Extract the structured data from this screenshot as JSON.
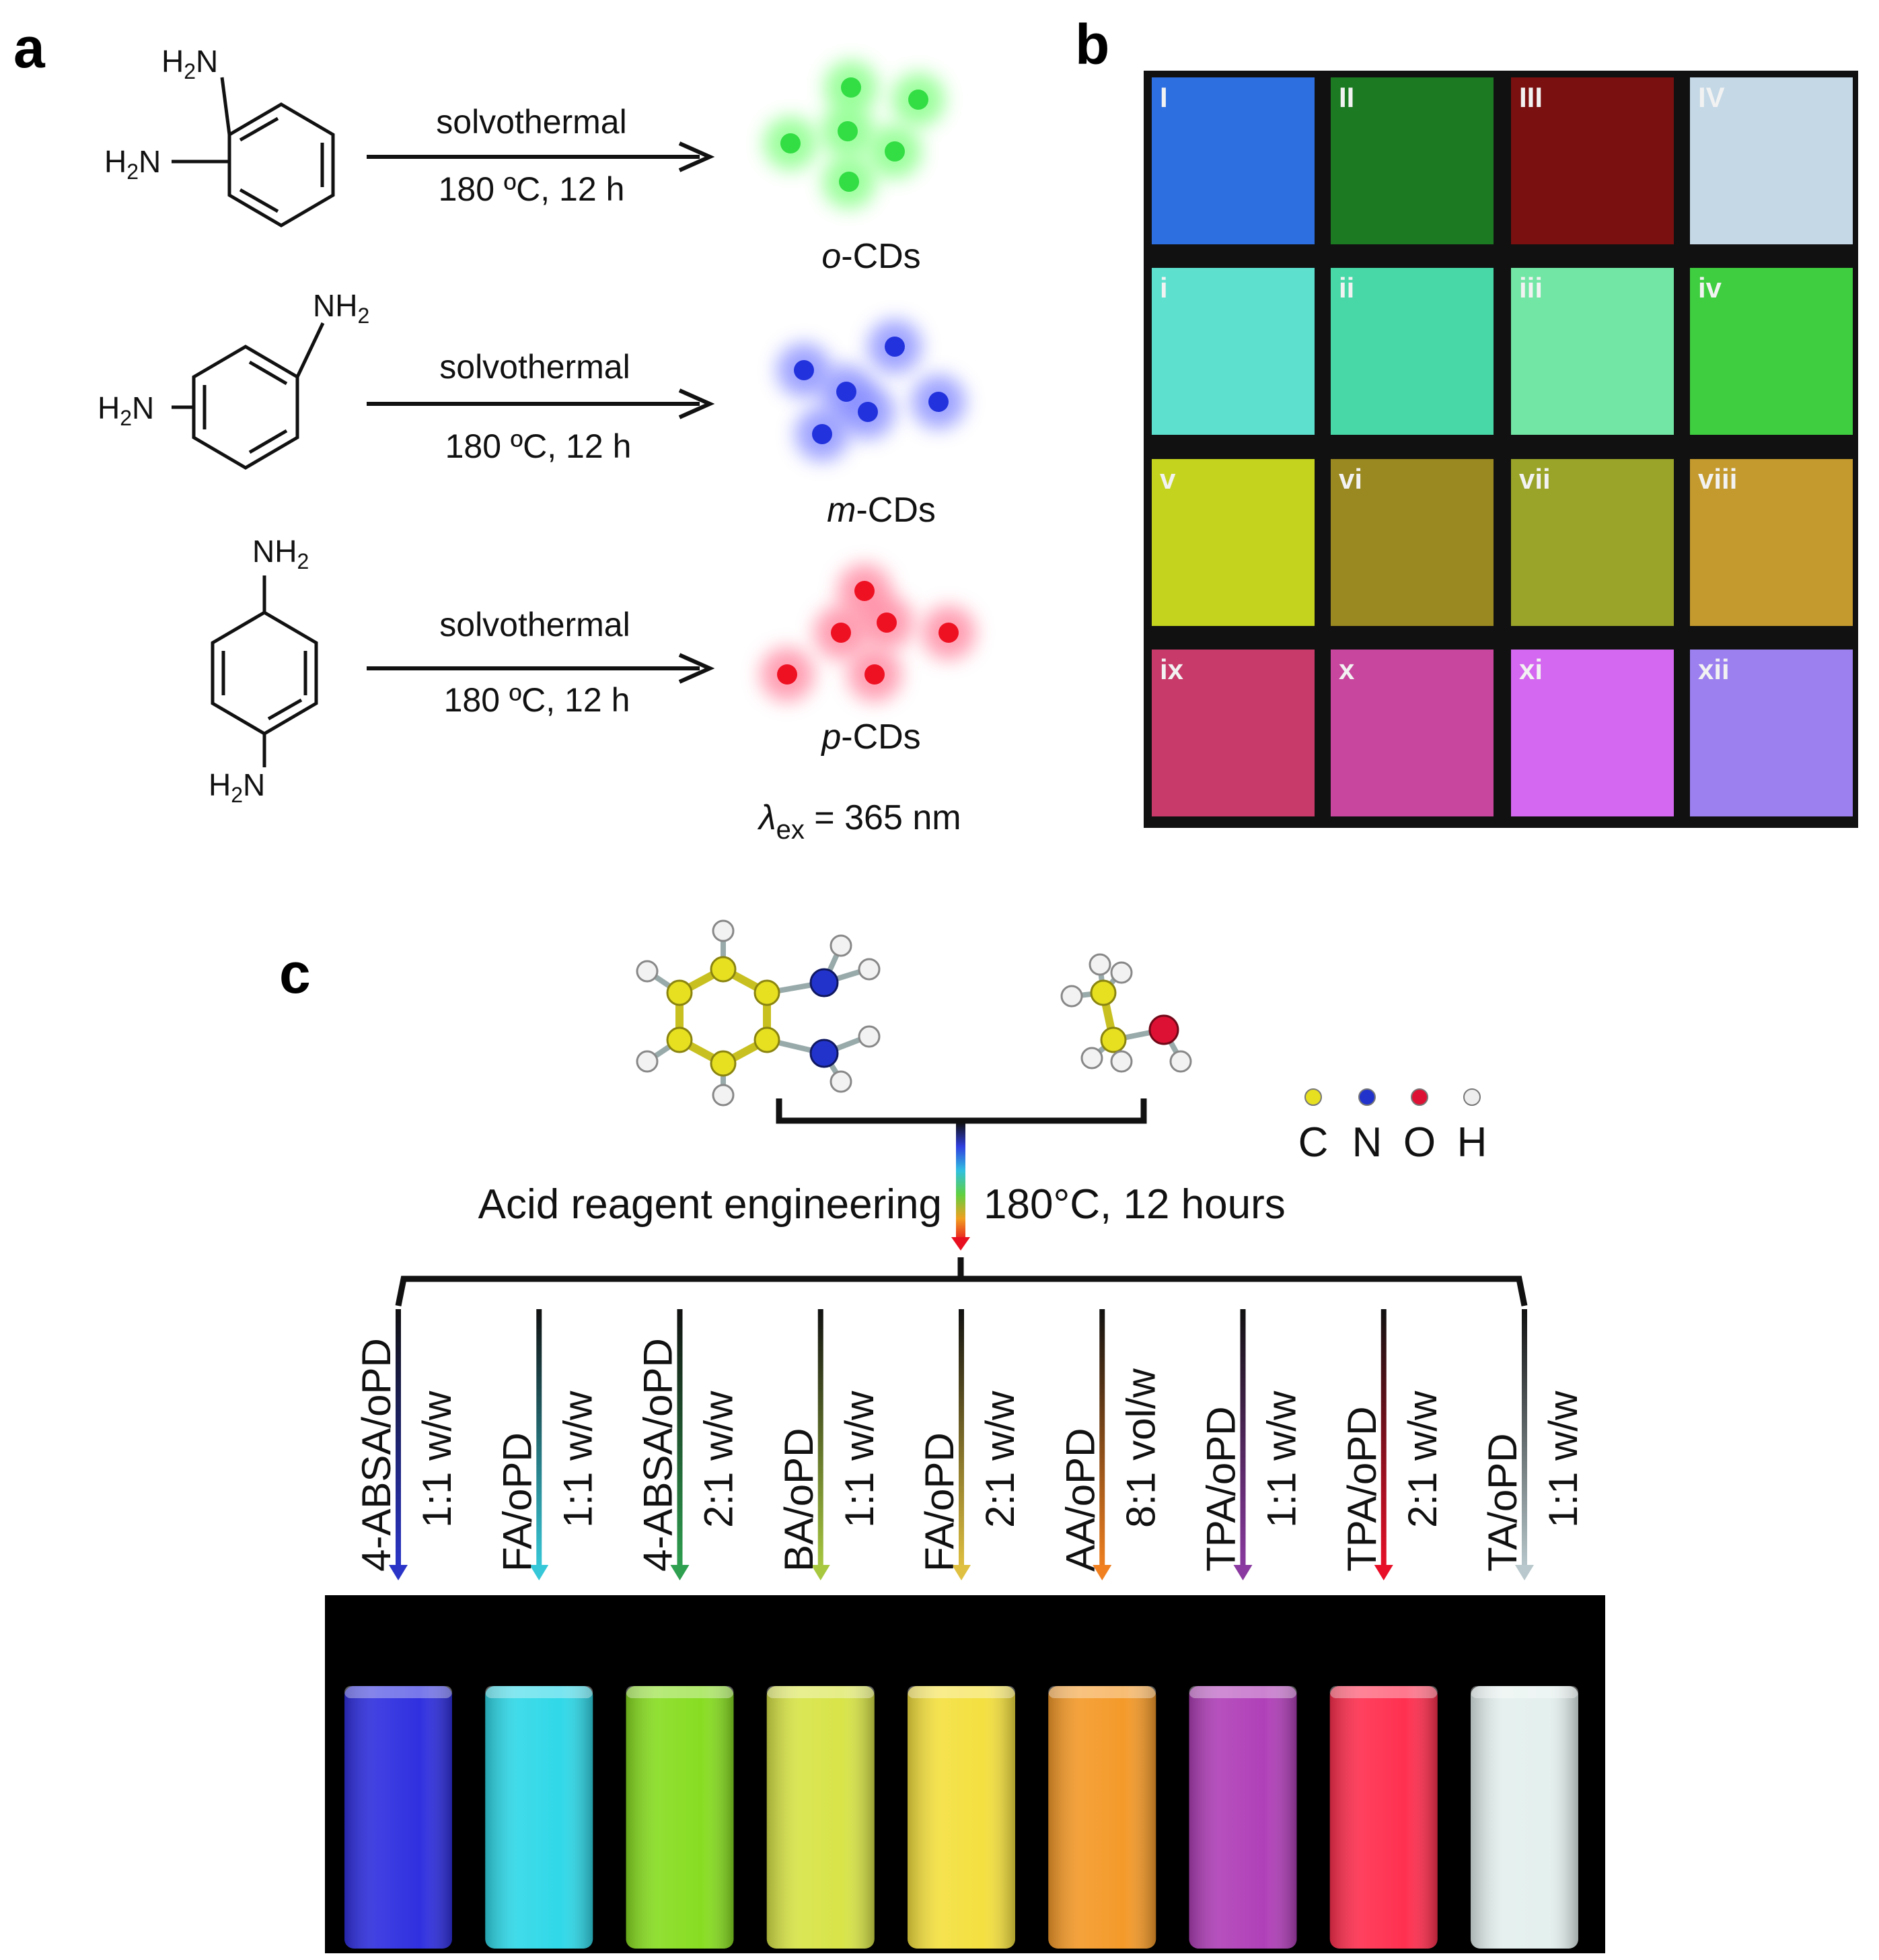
{
  "panels": {
    "a": "a",
    "b": "b",
    "c": "c"
  },
  "panel_a": {
    "reactions": [
      {
        "isomer": "ortho",
        "amine_labels": [
          "H2N",
          "H2N"
        ],
        "condition_top": "solvothermal",
        "condition_bottom": "180 ºC, 12 h",
        "product_prefix": "o",
        "product_suffix": "-CDs",
        "dot_color": "#33dd44",
        "glow_color": "#7dff7d"
      },
      {
        "isomer": "meta",
        "amine_labels": [
          "NH2",
          "H2N"
        ],
        "condition_top": "solvothermal",
        "condition_bottom": "180 ºC, 12 h",
        "product_prefix": "m",
        "product_suffix": "-CDs",
        "dot_color": "#2233dd",
        "glow_color": "#7f85ff"
      },
      {
        "isomer": "para",
        "amine_labels": [
          "NH2",
          "H2N"
        ],
        "condition_top": "solvothermal",
        "condition_bottom": "180 ºC, 12 h",
        "product_prefix": "p",
        "product_suffix": "-CDs",
        "dot_color": "#ee1122",
        "glow_color": "#ff7f9a"
      }
    ],
    "excitation": "λex = 365 nm",
    "excitation_symbol": "λ",
    "excitation_sub": "ex",
    "excitation_rest": " = 365 nm"
  },
  "panel_b": {
    "tiles": [
      {
        "label": "I",
        "color": "#2d6fe0"
      },
      {
        "label": "II",
        "color": "#1c7a22"
      },
      {
        "label": "III",
        "color": "#7a1010"
      },
      {
        "label": "IV",
        "color": "#c4d8e6"
      },
      {
        "label": "i",
        "color": "#5ee0cf"
      },
      {
        "label": "ii",
        "color": "#48d8a8"
      },
      {
        "label": "iii",
        "color": "#72e6a4"
      },
      {
        "label": "iv",
        "color": "#3fce3f"
      },
      {
        "label": "v",
        "color": "#c4d41e"
      },
      {
        "label": "vi",
        "color": "#9a8820"
      },
      {
        "label": "vii",
        "color": "#9aa428"
      },
      {
        "label": "viii",
        "color": "#c49a2e"
      },
      {
        "label": "ix",
        "color": "#c83a6a"
      },
      {
        "label": "x",
        "color": "#c8469e"
      },
      {
        "label": "xi",
        "color": "#d468f0"
      },
      {
        "label": "xii",
        "color": "#9c80f0"
      }
    ]
  },
  "panel_c": {
    "left_text": "Acid reagent engineering",
    "right_text": "180°C, 12 hours",
    "atom_legend": [
      {
        "symbol": "C",
        "color": "#e6e020"
      },
      {
        "symbol": "N",
        "color": "#2233cc"
      },
      {
        "symbol": "O",
        "color": "#dd1133"
      },
      {
        "symbol": "H",
        "color": "#eeeeee"
      }
    ],
    "conditions": [
      {
        "reagent": "4-ABSA/oPD",
        "ratio": "1:1 w/w",
        "arrow_color": "#2a35c8",
        "vial_color": "#3030e0"
      },
      {
        "reagent": "FA/oPD",
        "ratio": "1:1 w/w",
        "arrow_color": "#36c8d8",
        "vial_color": "#30d8e8"
      },
      {
        "reagent": "4-ABSA/oPD",
        "ratio": "2:1 w/w",
        "arrow_color": "#2ea050",
        "vial_color": "#88dd22"
      },
      {
        "reagent": "BA/oPD",
        "ratio": "1:1 w/w",
        "arrow_color": "#a8c840",
        "vial_color": "#d8e448"
      },
      {
        "reagent": "FA/oPD",
        "ratio": "2:1 w/w",
        "arrow_color": "#e0c040",
        "vial_color": "#f4e040"
      },
      {
        "reagent": "AA/oPD",
        "ratio": "8:1 vol/w",
        "arrow_color": "#f08020",
        "vial_color": "#f49a2a"
      },
      {
        "reagent": "TPA/oPD",
        "ratio": "1:1 w/w",
        "arrow_color": "#8a3aa0",
        "vial_color": "#b040b8"
      },
      {
        "reagent": "TPA/oPD",
        "ratio": "2:1 w/w",
        "arrow_color": "#e81028",
        "vial_color": "#ff3050"
      },
      {
        "reagent": "TA/oPD",
        "ratio": "1:1 w/w",
        "arrow_color": "#b8c8cc",
        "vial_color": "#e4f0ee"
      }
    ]
  }
}
